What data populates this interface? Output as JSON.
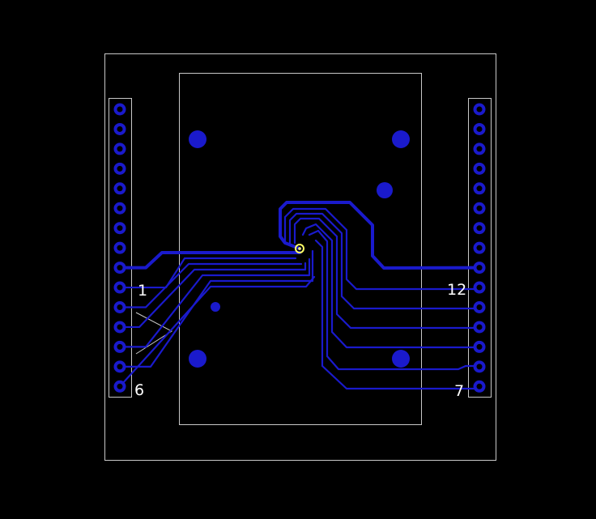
{
  "colors": {
    "background": "#000000",
    "outline": "#c8c8c8",
    "copper": "#1a1acc",
    "pad": "#1a1acc",
    "pad_hole": "#000000",
    "via_highlight": "#ffff66",
    "label": "#ffffff"
  },
  "labels": {
    "pin1": "1",
    "pin6": "6",
    "pin12": "12",
    "pin7": "7"
  }
}
